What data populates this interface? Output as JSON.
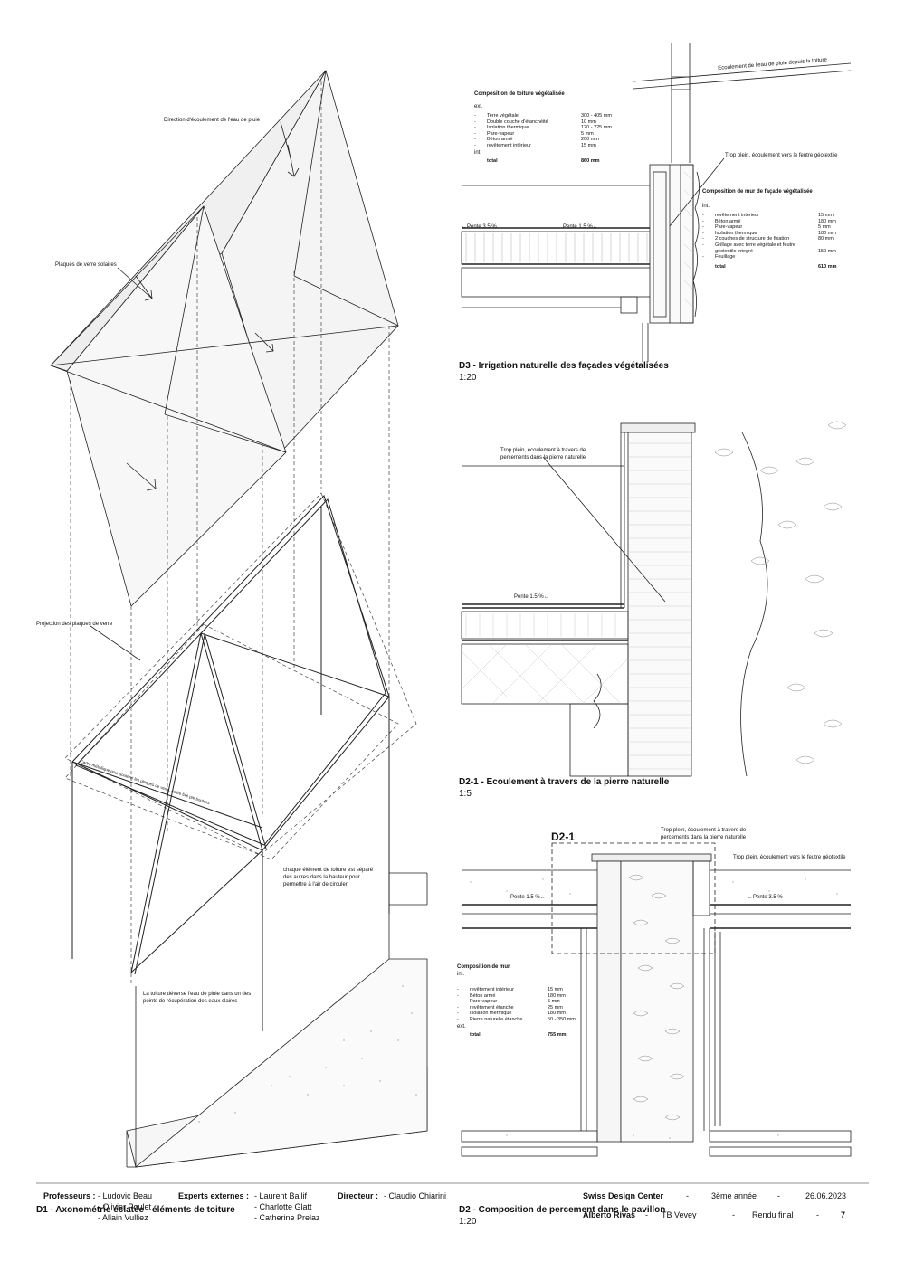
{
  "d1": {
    "title": "D1 - Axonométrie éclatée - éléments de toiture",
    "labels": {
      "rain_direction": "Direction d'écoulement de l'eau de pluie",
      "solar_glass": "Plaques de verre solaires",
      "glass_projection": "Projection des plaques de verre",
      "metal_frame": "Cadre métallique pour soutenir les plaques de verre, cadre fixé par boulons",
      "separation": [
        "chaque élément de toiture est séparé",
        "des autres dans la hauteur pour",
        "permettre à l'air de circuler"
      ],
      "roof_discharge": [
        "La toiture déverse l'eau de pluie dans un des",
        "points de récupération des eaux claires"
      ]
    }
  },
  "d3": {
    "title": "D3 - Irrigation naturelle des façades végétalisées",
    "scale": "1:20",
    "roof_runoff": "Ecoulement de l'eau de pluie depuis la toiture",
    "overflow": "Trop plein, écoulement vers le feutre géotextile",
    "slope_left": "Pente 3.5 %",
    "slope_right": "Pente 1.5 %",
    "roof_comp": {
      "title": "Composition de toiture végétalisée",
      "ext": "ext.",
      "int": "int.",
      "rows": [
        {
          "name": "Terre végétale",
          "value": "300 - 405 mm"
        },
        {
          "name": "Double couche d'étanchéité",
          "value": "10 mm"
        },
        {
          "name": "Isolation thermique",
          "value": "120 - 225 mm"
        },
        {
          "name": "Pare-vapeur",
          "value": "5 mm"
        },
        {
          "name": "Béton armé",
          "value": "200 mm"
        },
        {
          "name": "revêtement intérieur",
          "value": "15 mm"
        }
      ],
      "total_label": "total",
      "total_value": "860 mm"
    },
    "wall_comp": {
      "title": "Composition de mur de façade végétalisée",
      "int": "int.",
      "rows": [
        {
          "name": "revêtement intérieur",
          "value": "15 mm"
        },
        {
          "name": "Béton armé",
          "value": "180 mm"
        },
        {
          "name": "Pare-vapeur",
          "value": "5 mm"
        },
        {
          "name": "Isolation thermique",
          "value": "180 mm"
        },
        {
          "name": "2 couches de structure de fixation",
          "value": "80 mm"
        },
        {
          "name": "Grillage avec terre végétale et feutre",
          "value": ""
        },
        {
          "name": "géotextile integré",
          "value": "150 mm"
        },
        {
          "name": "Feuillage",
          "value": ""
        }
      ],
      "total_label": "total",
      "total_value": "610 mm"
    }
  },
  "d21": {
    "title": "D2-1 - Ecoulement à travers de la pierre naturelle",
    "scale": "1:5",
    "overflow": [
      "Trop plein, écoulement à travers de",
      "percements dans la pierre naturelle"
    ],
    "slope": "Pente 1.5 %"
  },
  "d2": {
    "title": "D2 - Composition de percement dans le pavillon",
    "scale": "1:20",
    "detail_ref": "D2-1",
    "overflow_stone": [
      "Trop plein, écoulement à travers de",
      "percements dans la pierre naturelle"
    ],
    "overflow_geo": "Trop plein, écoulement vers le feutre géotextile",
    "slope_left": "Pente 1.5 %",
    "slope_right": "Pente 3.5 %",
    "wall_comp": {
      "title": "Composition de mur",
      "int": "int.",
      "ext": "ext.",
      "rows": [
        {
          "name": "revêtement intérieur",
          "value": "15 mm"
        },
        {
          "name": "Béton armé",
          "value": "180 mm"
        },
        {
          "name": "Pare-vapeur",
          "value": "5 mm"
        },
        {
          "name": "revêtement étanche",
          "value": "25 mm"
        },
        {
          "name": "Isolation thermique",
          "value": "180 mm"
        },
        {
          "name": "Pierre naturelle étanche",
          "value": "50 - 350 mm"
        }
      ],
      "total_label": "total",
      "total_value": "755 mm"
    }
  },
  "footer": {
    "professeurs_label": "Professeurs :",
    "professeurs": [
      "- Ludovic Beau",
      "- Olivier Poulet",
      "- Allain Vulliez"
    ],
    "experts_label": "Experts externes :",
    "experts": [
      "- Laurent Ballif",
      "- Charlotte Glatt",
      "- Catherine Prelaz"
    ],
    "directeur_label": "Directeur :",
    "directeur": "- Claudio Chiarini",
    "school": "Swiss Design Center",
    "year": "3ème année",
    "date": "26.06.2023",
    "student": "Alberto Rivas",
    "project": "TB Vevey",
    "submission": "Rendu final",
    "page": "7",
    "sep": "-"
  }
}
